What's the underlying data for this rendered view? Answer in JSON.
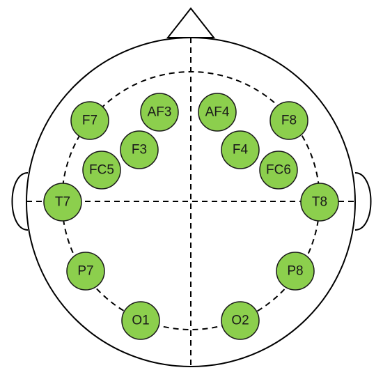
{
  "colors": {
    "electrode_fill": "#8ccf4d",
    "electrode_stroke": "#1a1a1a",
    "outline": "#000000",
    "background": "#ffffff"
  },
  "head": {
    "shape": "circle",
    "features": [
      "nose-triangle",
      "left-ear",
      "right-ear"
    ],
    "guide_lines": [
      "midline-vertical",
      "midline-horizontal",
      "inner-dashed-ring"
    ]
  },
  "electrodes": [
    {
      "label": "F7"
    },
    {
      "label": "AF3"
    },
    {
      "label": "F3"
    },
    {
      "label": "FC5"
    },
    {
      "label": "T7"
    },
    {
      "label": "P7"
    },
    {
      "label": "O1"
    },
    {
      "label": "AF4"
    },
    {
      "label": "F8"
    },
    {
      "label": "F4"
    },
    {
      "label": "FC6"
    },
    {
      "label": "T8"
    },
    {
      "label": "P8"
    },
    {
      "label": "O2"
    }
  ]
}
